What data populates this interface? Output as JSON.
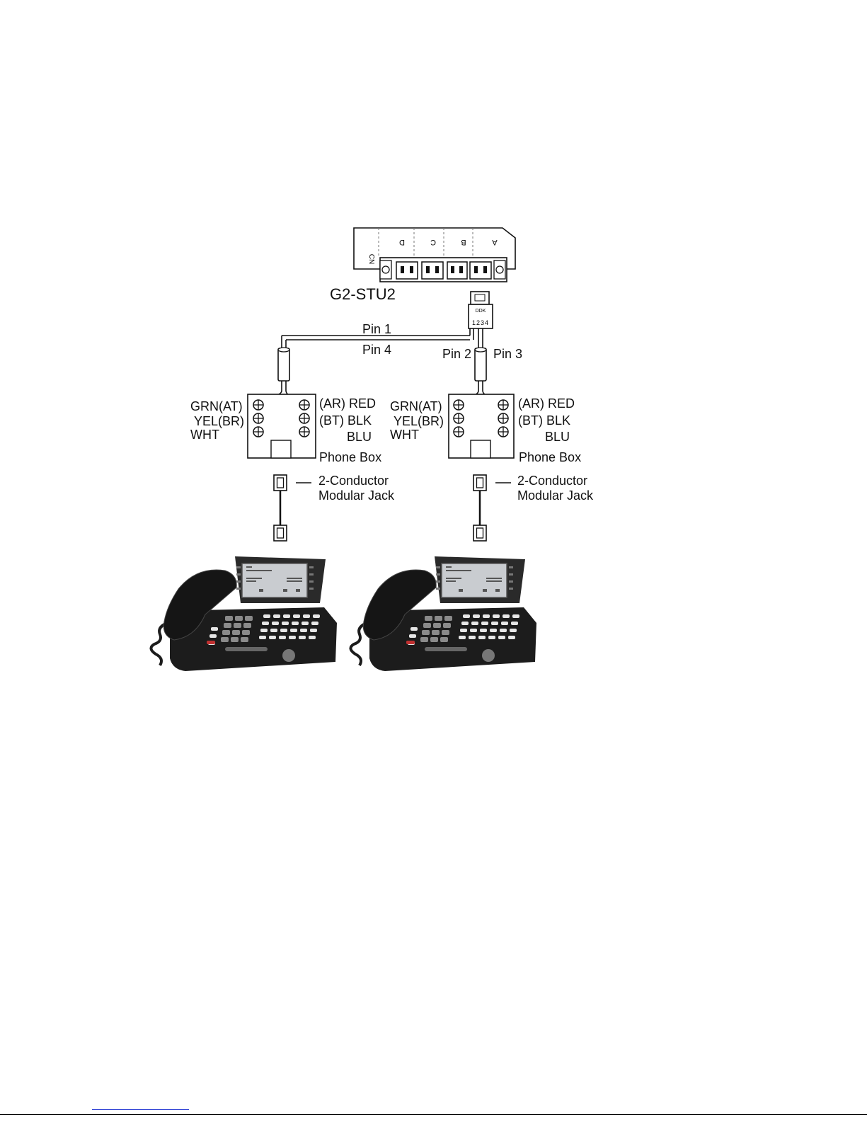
{
  "board": {
    "name": "G2-STU2",
    "ports": [
      "D",
      "C",
      "B",
      "A"
    ],
    "connector_mark": "CN",
    "plug_mark": "DDK",
    "plug_pins": "1234"
  },
  "wires": {
    "pin1": "Pin 1",
    "pin4": "Pin 4",
    "pin2": "Pin 2",
    "pin3": "Pin 3"
  },
  "phone_boxes": [
    {
      "left_labels": [
        "GRN(AT)",
        "YEL(BR)",
        "WHT"
      ],
      "right_labels": [
        "(AR) RED",
        "(BT) BLK",
        "BLU"
      ],
      "caption": "Phone Box",
      "jack_label": [
        "2-Conductor",
        "Modular Jack"
      ]
    },
    {
      "left_labels": [
        "GRN(AT)",
        "YEL(BR)",
        "WHT"
      ],
      "right_labels": [
        "(AR) RED",
        "(BT) BLK",
        "BLU"
      ],
      "caption": "Phone Box",
      "jack_label": [
        "2-Conductor",
        "Modular Jack"
      ]
    }
  ],
  "colors": {
    "ink": "#111111",
    "phone_body": "#1c1c1c",
    "screen": "#c9ccd0",
    "link_rule": "#2a3cd4"
  }
}
